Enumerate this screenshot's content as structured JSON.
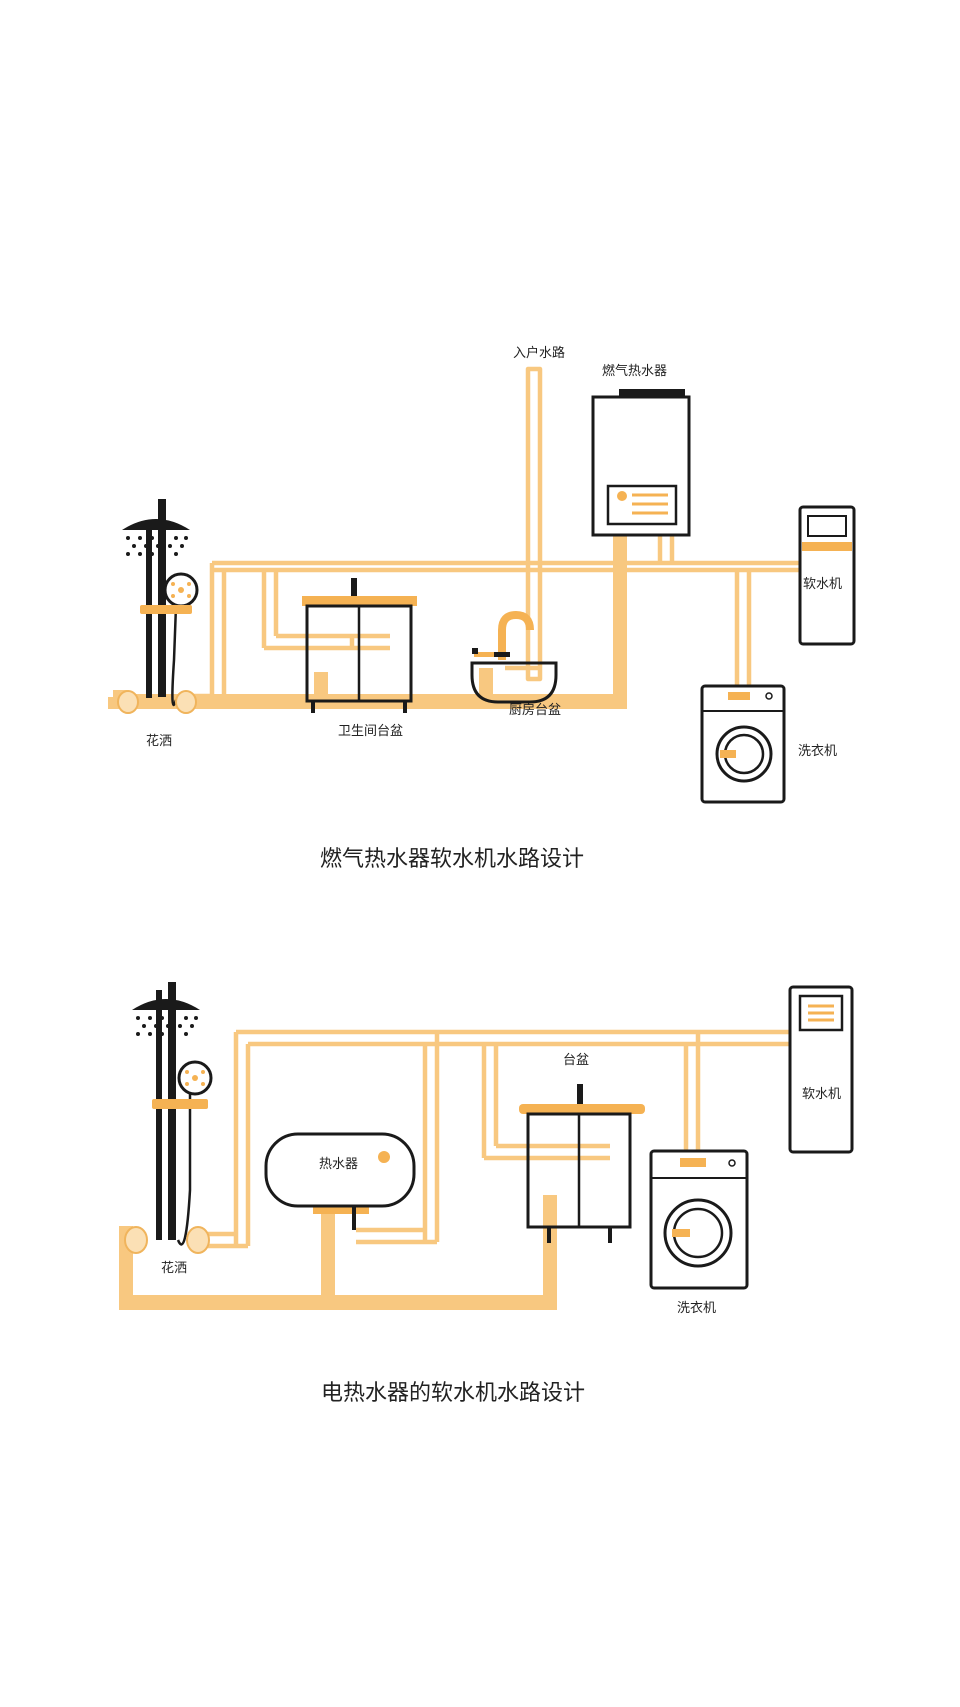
{
  "colors": {
    "pipe": "#f8c880",
    "pipe_outline": "#f0b45c",
    "line": "#1a1a1a",
    "accent": "#f5b253",
    "background": "#ffffff"
  },
  "diagram1": {
    "caption": "燃气热水器软水机水路设计",
    "labels": {
      "inlet": "入户水路",
      "gas_heater": "燃气热水器",
      "softener": "软水机",
      "shower": "花洒",
      "bathroom_basin": "卫生间台盆",
      "kitchen_basin": "厨房台盆",
      "washer": "洗衣机"
    }
  },
  "diagram2": {
    "caption": "电热水器的软水机水路设计",
    "labels": {
      "basin": "台盆",
      "softener": "软水机",
      "heater": "热水器",
      "shower": "花洒",
      "washer": "洗衣机"
    }
  },
  "icons": [
    "shower-icon",
    "water-heater-icon",
    "water-softener-icon",
    "basin-cabinet-icon",
    "kitchen-sink-icon",
    "washing-machine-icon",
    "faucet-icon"
  ]
}
